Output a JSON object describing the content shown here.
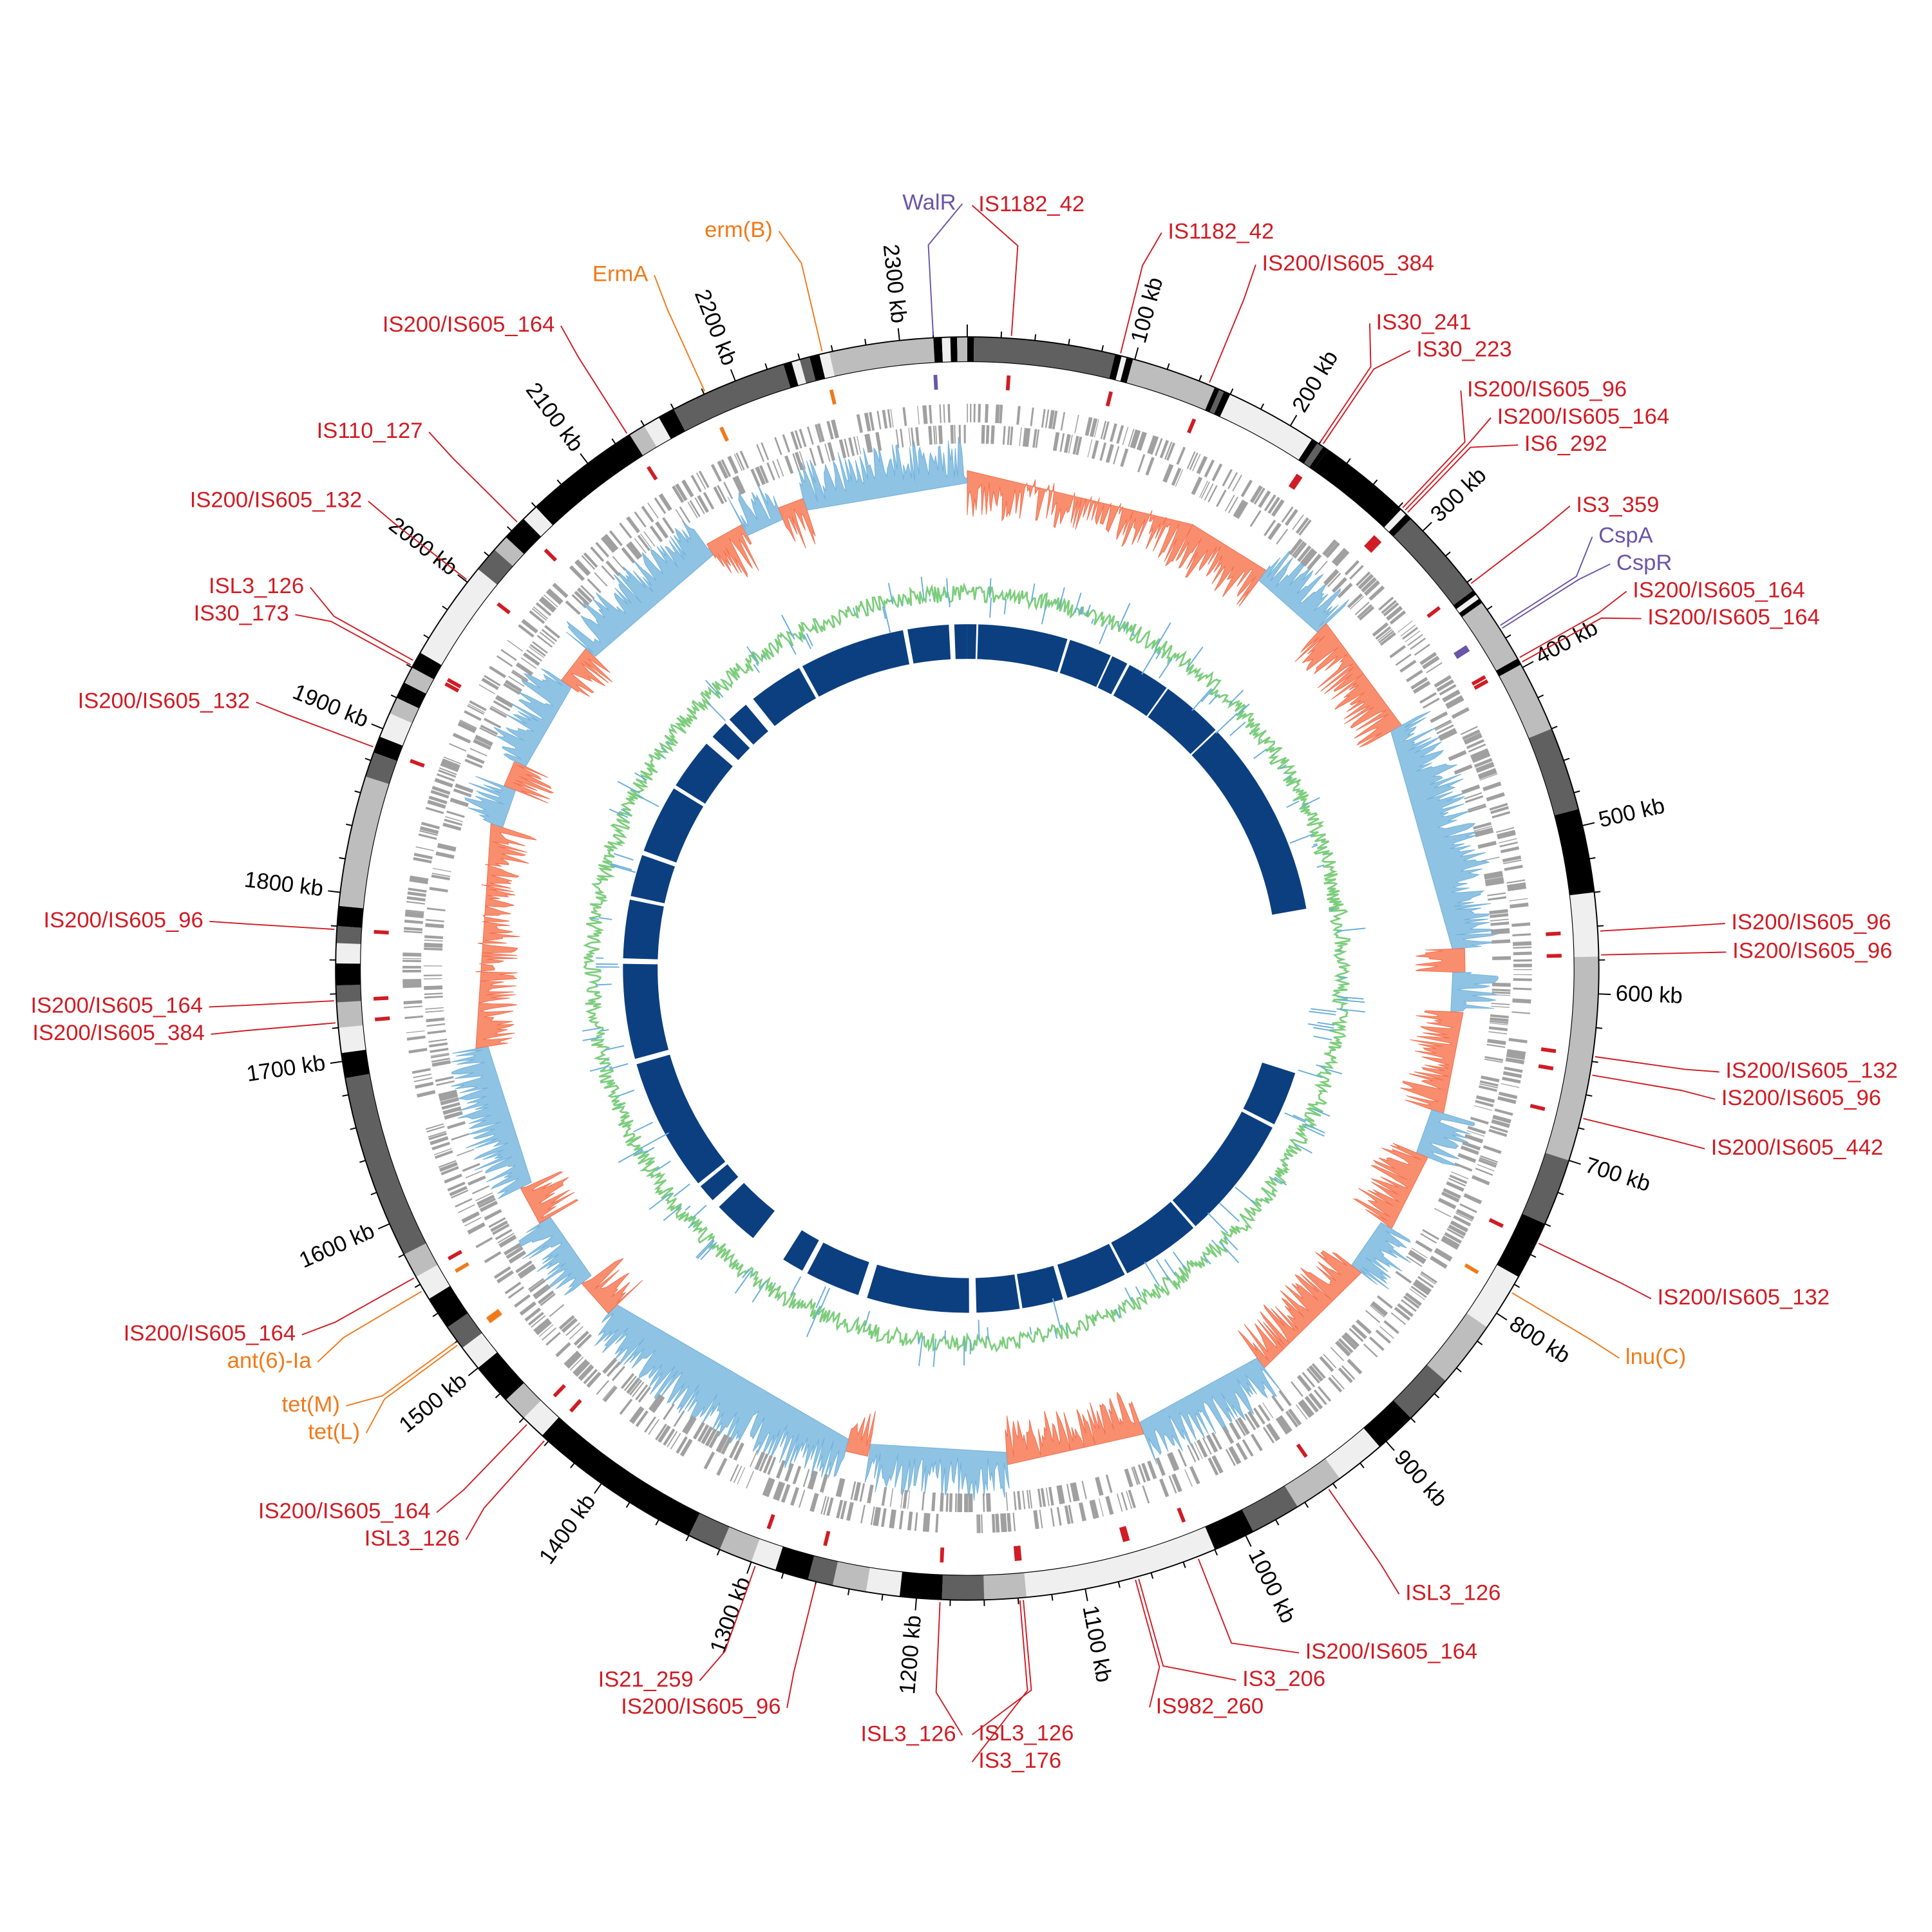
{
  "genome": {
    "length_kb": 2340,
    "ticks": [
      {
        "kb": 100,
        "label": "100 kb"
      },
      {
        "kb": 200,
        "label": "200 kb"
      },
      {
        "kb": 300,
        "label": "300 kb"
      },
      {
        "kb": 400,
        "label": "400 kb"
      },
      {
        "kb": 500,
        "label": "500 kb"
      },
      {
        "kb": 600,
        "label": "600 kb"
      },
      {
        "kb": 700,
        "label": "700 kb"
      },
      {
        "kb": 800,
        "label": "800 kb"
      },
      {
        "kb": 900,
        "label": "900 kb"
      },
      {
        "kb": 1000,
        "label": "1000 kb"
      },
      {
        "kb": 1100,
        "label": "1100 kb"
      },
      {
        "kb": 1200,
        "label": "1200 kb"
      },
      {
        "kb": 1300,
        "label": "1300 kb"
      },
      {
        "kb": 1400,
        "label": "1400 kb"
      },
      {
        "kb": 1500,
        "label": "1500 kb"
      },
      {
        "kb": 1600,
        "label": "1600 kb"
      },
      {
        "kb": 1700,
        "label": "1700 kb"
      },
      {
        "kb": 1800,
        "label": "1800 kb"
      },
      {
        "kb": 1900,
        "label": "1900 kb"
      },
      {
        "kb": 2000,
        "label": "2000 kb"
      },
      {
        "kb": 2100,
        "label": "2100 kb"
      },
      {
        "kb": 2200,
        "label": "2200 kb"
      },
      {
        "kb": 2300,
        "label": "2300 kb"
      }
    ]
  },
  "colors": {
    "is_element": "#d01c24",
    "resistance": "#f07a1a",
    "regulator": "#6a55a8",
    "skew_pos": "#8fc3e3",
    "skew_neg": "#f98e6e",
    "gc_content": "#7ccd7c",
    "gc_spike": "#6aaedb",
    "blocks": "#0b3f80",
    "genes": "#a0a0a0",
    "contig_shades": [
      "#000000",
      "#606060",
      "#bdbdbd",
      "#efefef"
    ]
  },
  "contigs": [
    [
      0,
      4,
      0
    ],
    [
      4,
      88,
      1
    ],
    [
      88,
      92,
      0
    ],
    [
      92,
      95,
      3
    ],
    [
      95,
      99,
      0
    ],
    [
      99,
      150,
      2
    ],
    [
      150,
      153,
      0
    ],
    [
      153,
      156,
      1
    ],
    [
      156,
      160,
      0
    ],
    [
      160,
      215,
      3
    ],
    [
      215,
      219,
      0
    ],
    [
      219,
      223,
      1
    ],
    [
      223,
      226,
      0
    ],
    [
      226,
      282,
      0
    ],
    [
      282,
      286,
      3
    ],
    [
      286,
      290,
      0
    ],
    [
      290,
      346,
      1
    ],
    [
      346,
      349,
      0
    ],
    [
      349,
      352,
      3
    ],
    [
      352,
      355,
      0
    ],
    [
      355,
      394,
      2
    ],
    [
      394,
      398,
      0
    ],
    [
      398,
      440,
      2
    ],
    [
      440,
      490,
      1
    ],
    [
      490,
      540,
      0
    ],
    [
      540,
      578,
      3
    ],
    [
      578,
      700,
      2
    ],
    [
      700,
      740,
      1
    ],
    [
      740,
      775,
      0
    ],
    [
      775,
      810,
      3
    ],
    [
      810,
      850,
      2
    ],
    [
      850,
      880,
      1
    ],
    [
      880,
      905,
      0
    ],
    [
      905,
      935,
      3
    ],
    [
      935,
      965,
      2
    ],
    [
      965,
      995,
      1
    ],
    [
      995,
      1020,
      0
    ],
    [
      1020,
      1135,
      3
    ],
    [
      1135,
      1160,
      2
    ],
    [
      1160,
      1185,
      1
    ],
    [
      1185,
      1210,
      0
    ],
    [
      1210,
      1230,
      3
    ],
    [
      1230,
      1250,
      2
    ],
    [
      1250,
      1265,
      1
    ],
    [
      1265,
      1285,
      0
    ],
    [
      1285,
      1300,
      3
    ],
    [
      1300,
      1320,
      2
    ],
    [
      1320,
      1340,
      1
    ],
    [
      1340,
      1445,
      0
    ],
    [
      1445,
      1460,
      3
    ],
    [
      1460,
      1475,
      2
    ],
    [
      1475,
      1500,
      0
    ],
    [
      1500,
      1515,
      3
    ],
    [
      1515,
      1530,
      1
    ],
    [
      1530,
      1550,
      0
    ],
    [
      1550,
      1565,
      3
    ],
    [
      1565,
      1580,
      2
    ],
    [
      1580,
      1690,
      1
    ],
    [
      1690,
      1705,
      0
    ],
    [
      1705,
      1720,
      3
    ],
    [
      1720,
      1735,
      2
    ],
    [
      1735,
      1745,
      1
    ],
    [
      1745,
      1758,
      0
    ],
    [
      1758,
      1770,
      3
    ],
    [
      1770,
      1780,
      1
    ],
    [
      1780,
      1792,
      0
    ],
    [
      1792,
      1870,
      2
    ],
    [
      1870,
      1885,
      1
    ],
    [
      1885,
      1895,
      0
    ],
    [
      1895,
      1910,
      3
    ],
    [
      1910,
      1920,
      2
    ],
    [
      1920,
      1930,
      0
    ],
    [
      1930,
      1940,
      2
    ],
    [
      1940,
      1950,
      0
    ],
    [
      1950,
      2010,
      3
    ],
    [
      2010,
      2025,
      1
    ],
    [
      2025,
      2035,
      2
    ],
    [
      2035,
      2050,
      0
    ],
    [
      2050,
      2060,
      3
    ],
    [
      2060,
      2130,
      0
    ],
    [
      2130,
      2140,
      2
    ],
    [
      2140,
      2150,
      3
    ],
    [
      2150,
      2160,
      0
    ],
    [
      2160,
      2230,
      1
    ],
    [
      2230,
      2235,
      0
    ],
    [
      2235,
      2240,
      3
    ],
    [
      2240,
      2246,
      1
    ],
    [
      2246,
      2252,
      0
    ],
    [
      2252,
      2258,
      3
    ],
    [
      2258,
      2320,
      2
    ],
    [
      2320,
      2325,
      0
    ],
    [
      2325,
      2330,
      3
    ],
    [
      2330,
      2334,
      0
    ],
    [
      2334,
      2340,
      2
    ]
  ],
  "gc_skew_regions": [
    [
      0,
      175,
      -1
    ],
    [
      175,
      240,
      -1
    ],
    [
      240,
      300,
      1
    ],
    [
      300,
      395,
      -1
    ],
    [
      395,
      570,
      1
    ],
    [
      570,
      588,
      -1
    ],
    [
      588,
      618,
      1
    ],
    [
      618,
      695,
      -1
    ],
    [
      695,
      730,
      1
    ],
    [
      730,
      790,
      -1
    ],
    [
      790,
      830,
      1
    ],
    [
      830,
      932,
      -1
    ],
    [
      932,
      1035,
      1
    ],
    [
      1035,
      1140,
      -1
    ],
    [
      1140,
      1245,
      1
    ],
    [
      1245,
      1262,
      -1
    ],
    [
      1262,
      1470,
      1
    ],
    [
      1470,
      1500,
      -1
    ],
    [
      1500,
      1555,
      1
    ],
    [
      1555,
      1585,
      -1
    ],
    [
      1585,
      1695,
      1
    ],
    [
      1695,
      1865,
      -1
    ],
    [
      1865,
      1895,
      1
    ],
    [
      1895,
      1915,
      -1
    ],
    [
      1915,
      1985,
      1
    ],
    [
      1985,
      2015,
      -1
    ],
    [
      2015,
      2135,
      1
    ],
    [
      2135,
      2165,
      -1
    ],
    [
      2165,
      2195,
      1
    ],
    [
      2195,
      2215,
      -1
    ],
    [
      2215,
      2340,
      1
    ]
  ],
  "block_gaps_kb": [
    [
      520,
      700
    ],
    [
      10,
      12
    ],
    [
      110,
      113
    ],
    [
      160,
      162
    ],
    [
      180,
      183
    ],
    [
      230,
      232
    ],
    [
      300,
      302
    ],
    [
      760,
      764
    ],
    [
      900,
      903
    ],
    [
      990,
      993
    ],
    [
      1060,
      1065
    ],
    [
      1110,
      1113
    ],
    [
      1160,
      1168
    ],
    [
      1280,
      1290
    ],
    [
      1350,
      1356
    ],
    [
      1380,
      1420
    ],
    [
      1470,
      1480
    ],
    [
      1500,
      1504
    ],
    [
      1650,
      1656
    ],
    [
      1760,
      1766
    ],
    [
      1830,
      1834
    ],
    [
      1880,
      1885
    ],
    [
      1960,
      1964
    ],
    [
      2020,
      2030
    ],
    [
      2050,
      2056
    ],
    [
      2080,
      2090
    ],
    [
      2150,
      2154
    ],
    [
      2270,
      2275
    ],
    [
      2320,
      2326
    ]
  ],
  "features": [
    {
      "kb": 26,
      "label": "IS1182_42",
      "type": "is"
    },
    {
      "kb": 91,
      "label": "IS1182_42",
      "type": "is"
    },
    {
      "kb": 146,
      "label": "IS200/IS605_384",
      "type": "is"
    },
    {
      "kb": 220,
      "label": "IS30_241",
      "type": "is"
    },
    {
      "kb": 222,
      "label": "IS30_223",
      "type": "is"
    },
    {
      "kb": 282,
      "label": "IS200/IS605_96",
      "type": "is"
    },
    {
      "kb": 284,
      "label": "IS200/IS605_164",
      "type": "is"
    },
    {
      "kb": 286,
      "label": "IS6_292",
      "type": "is"
    },
    {
      "kb": 342,
      "label": "IS3_359",
      "type": "is"
    },
    {
      "kb": 372,
      "label": "CspA",
      "type": "regulator"
    },
    {
      "kb": 374,
      "label": "CspR",
      "type": "regulator"
    },
    {
      "kb": 394,
      "label": "IS200/IS605_164",
      "type": "is"
    },
    {
      "kb": 397,
      "label": "IS200/IS605_164",
      "type": "is"
    },
    {
      "kb": 563,
      "label": "IS200/IS605_96",
      "type": "is"
    },
    {
      "kb": 577,
      "label": "IS200/IS605_96",
      "type": "is"
    },
    {
      "kb": 637,
      "label": "IS200/IS605_132",
      "type": "is"
    },
    {
      "kb": 648,
      "label": "IS200/IS605_96",
      "type": "is"
    },
    {
      "kb": 674,
      "label": "IS200/IS605_442",
      "type": "is"
    },
    {
      "kb": 752,
      "label": "IS200/IS605_132",
      "type": "is"
    },
    {
      "kb": 785,
      "label": "lnu(C)",
      "type": "resistance"
    },
    {
      "kb": 944,
      "label": "ISL3_126",
      "type": "is"
    },
    {
      "kb": 1031,
      "label": "IS200/IS605_164",
      "type": "is"
    },
    {
      "kb": 1068,
      "label": "IS3_206",
      "type": "is"
    },
    {
      "kb": 1070,
      "label": "IS982_260",
      "type": "is"
    },
    {
      "kb": 1137,
      "label": "ISL3_126",
      "type": "is"
    },
    {
      "kb": 1139,
      "label": "IS3_176",
      "type": "is"
    },
    {
      "kb": 1186,
      "label": "ISL3_126",
      "type": "is"
    },
    {
      "kb": 1260,
      "label": "IS200/IS605_96",
      "type": "is"
    },
    {
      "kb": 1297,
      "label": "IS21_259",
      "type": "is"
    },
    {
      "kb": 1442,
      "label": "ISL3_126",
      "type": "is"
    },
    {
      "kb": 1456,
      "label": "IS200/IS605_164",
      "type": "is"
    },
    {
      "kb": 1518,
      "label": "tet(L)",
      "type": "resistance"
    },
    {
      "kb": 1520,
      "label": "tet(M)",
      "type": "resistance"
    },
    {
      "kb": 1556,
      "label": "ant(6)-Ia",
      "type": "resistance"
    },
    {
      "kb": 1565,
      "label": "IS200/IS605_164",
      "type": "is"
    },
    {
      "kb": 1723,
      "label": "IS200/IS605_384",
      "type": "is"
    },
    {
      "kb": 1736,
      "label": "IS200/IS605_164",
      "type": "is"
    },
    {
      "kb": 1778,
      "label": "IS200/IS605_96",
      "type": "is"
    },
    {
      "kb": 1888,
      "label": "IS200/IS605_132",
      "type": "is"
    },
    {
      "kb": 1941,
      "label": "IS30_173",
      "type": "is"
    },
    {
      "kb": 1944,
      "label": "ISL3_126",
      "type": "is"
    },
    {
      "kb": 2001,
      "label": "IS200/IS605_132",
      "type": "is"
    },
    {
      "kb": 2046,
      "label": "IS110_127",
      "type": "is"
    },
    {
      "kb": 2129,
      "label": "IS200/IS605_164",
      "type": "is"
    },
    {
      "kb": 2181,
      "label": "ErmA",
      "type": "resistance"
    },
    {
      "kb": 2254,
      "label": "erm(B)",
      "type": "resistance"
    },
    {
      "kb": 2320,
      "label": "WalR",
      "type": "regulator"
    }
  ]
}
